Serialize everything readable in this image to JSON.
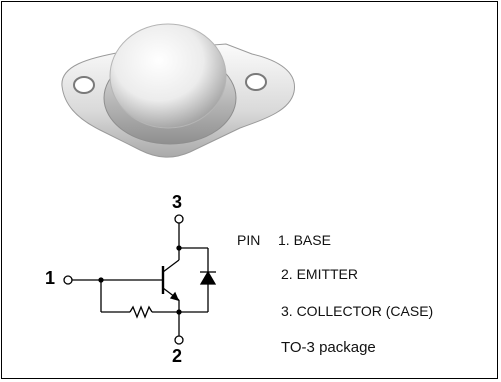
{
  "pins": {
    "header": "PIN",
    "items": [
      "1. BASE",
      "2. EMITTER",
      "3. COLLECTOR (CASE)"
    ]
  },
  "package_name": "TO-3 package",
  "terminals": {
    "base": "1",
    "emitter": "2",
    "collector": "3"
  },
  "colors": {
    "metal_light": "#f4f4f4",
    "metal_mid": "#c9c9c9",
    "metal_dark": "#8e8e8e",
    "line": "#000000"
  }
}
